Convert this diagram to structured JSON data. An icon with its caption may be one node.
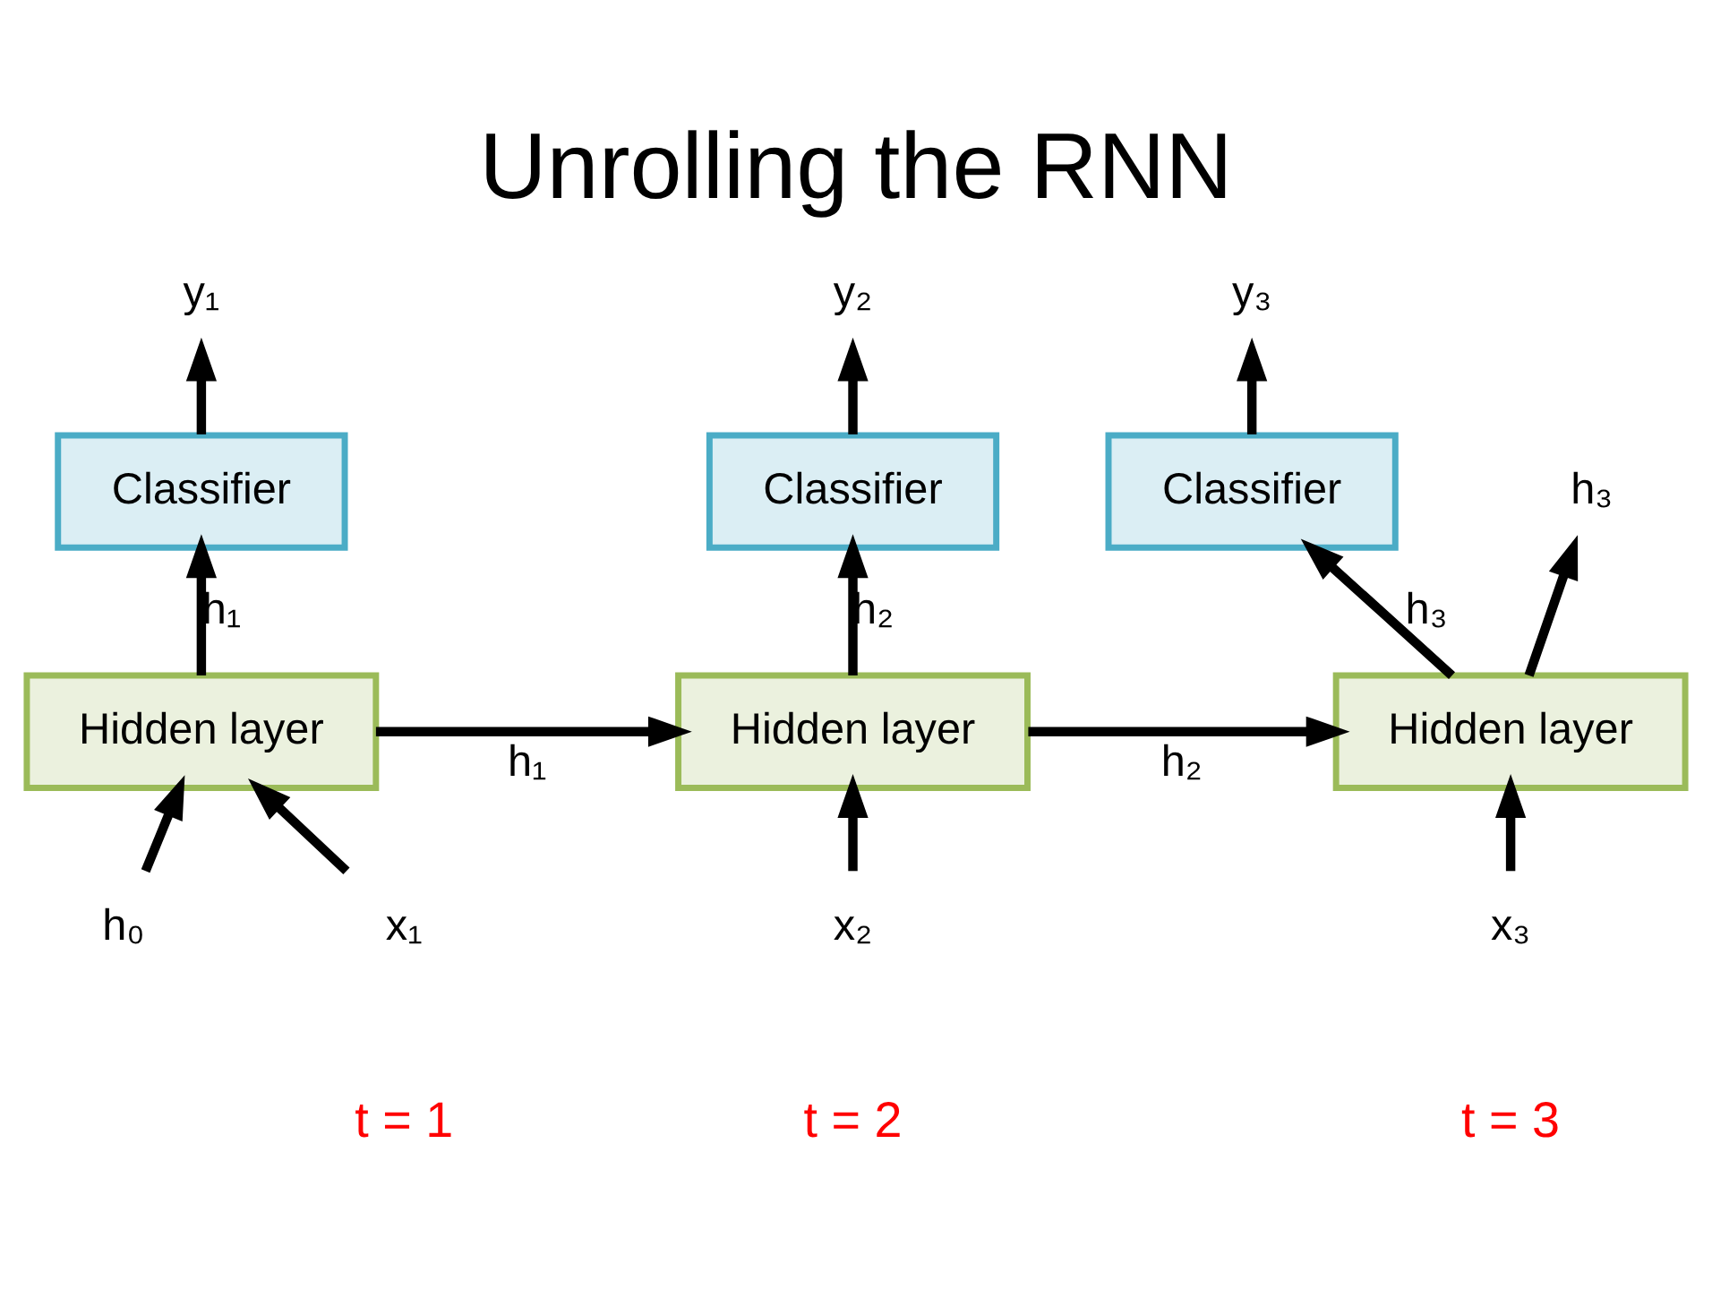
{
  "diagram": {
    "title": "Unrolling the RNN",
    "nodes": [
      {
        "text": [
          "h₀"
        ]
      },
      {
        "text": [
          "Hidden layer"
        ]
      },
      {
        "text": [
          "Classifier"
        ]
      },
      {
        "text": [
          "y₁"
        ]
      },
      {
        "text": [
          "x₁"
        ]
      },
      {
        "text": [
          "Hidden layer"
        ]
      },
      {
        "text": [
          "Classifier"
        ]
      },
      {
        "text": [
          "y₂"
        ]
      },
      {
        "text": [
          "x₂"
        ]
      },
      {
        "text": [
          "Hidden layer"
        ]
      },
      {
        "text": [
          "Classifier"
        ]
      },
      {
        "text": [
          "y₃"
        ]
      },
      {
        "text": [
          "x₃"
        ]
      },
      {
        "text": [
          "h₃"
        ]
      }
    ],
    "edges": [
      {
        "from": 0,
        "to": 1,
        "arrow": "to"
      },
      {
        "from": 4,
        "to": 1,
        "arrow": "to"
      },
      {
        "from": 1,
        "to": 2,
        "arrow": "to",
        "label": "h₁"
      },
      {
        "from": 2,
        "to": 3,
        "arrow": "to"
      },
      {
        "from": 1,
        "to": 5,
        "arrow": "to",
        "label": "h₁"
      },
      {
        "from": 8,
        "to": 5,
        "arrow": "to"
      },
      {
        "from": 5,
        "to": 6,
        "arrow": "to",
        "label": "h₂"
      },
      {
        "from": 6,
        "to": 7,
        "arrow": "to"
      },
      {
        "from": 5,
        "to": 9,
        "arrow": "to",
        "label": "h₂"
      },
      {
        "from": 12,
        "to": 9,
        "arrow": "to"
      },
      {
        "from": 9,
        "to": 10,
        "arrow": "to",
        "label": "h₃"
      },
      {
        "from": 10,
        "to": 11,
        "arrow": "to"
      },
      {
        "from": 9,
        "to": 13,
        "arrow": "to"
      }
    ],
    "labels": [
      "t = 1",
      "t = 2",
      "t = 3"
    ]
  }
}
